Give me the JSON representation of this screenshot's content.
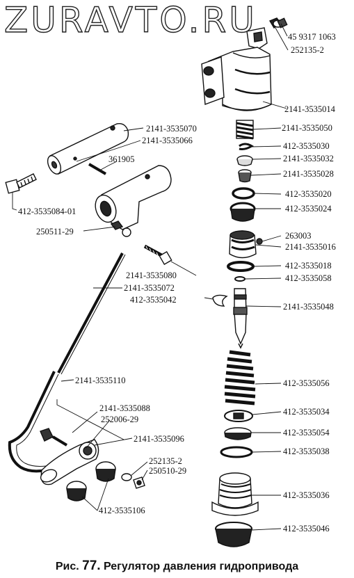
{
  "watermark": "ZURAVTO.RU",
  "caption": {
    "prefix": "Рис.",
    "number": "77.",
    "text": "Регулятор давления гидропривода"
  },
  "labels": {
    "l01": "45 9317 1063",
    "l02": "252135-2",
    "l03": "2141-3535014",
    "l04": "2141-3535050",
    "l05": "412-3535030",
    "l06": "2141-3535032",
    "l07": "2141-3535028",
    "l08": "412-3535020",
    "l09": "412-3535024",
    "l10": "263003",
    "l11": "2141-3535016",
    "l12": "412-3535018",
    "l13": "412-3535058",
    "l14": "2141-3535048",
    "l15": "412-3535056",
    "l16": "412-3535034",
    "l17": "412-3535054",
    "l18": "412-3535038",
    "l19": "412-3535036",
    "l20": "412-3535046",
    "l21": "2141-3535070",
    "l22": "2141-3535066",
    "l23": "361905",
    "l24": "412-3535084-01",
    "l25": "250511-29",
    "l26": "2141-3535080",
    "l27": "2141-3535072",
    "l28": "412-3535042",
    "l29": "2141-3535110",
    "l30": "2141-3535088",
    "l31": "252006-29",
    "l32": "2141-3535096",
    "l33": "252135-2",
    "l34": "250510-29",
    "l35": "412-3535106"
  }
}
